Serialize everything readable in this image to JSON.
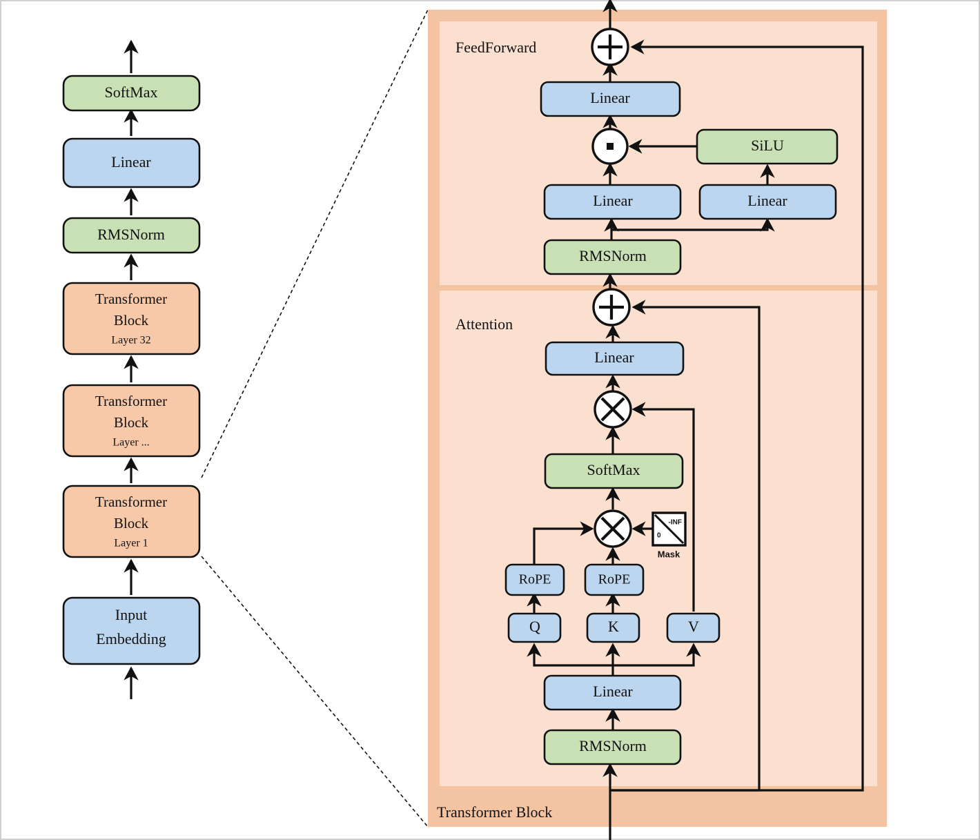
{
  "figure": {
    "title": "LLaMA-style Transformer architecture with expanded Transformer Block",
    "colors": {
      "blue_fill": "#bcd6ef",
      "green_fill": "#c9dfb4",
      "orange_fill": "#f7c9a8",
      "panel_inner_fill": "#fbe0d0",
      "panel_outer_fill": "#f4c4a2",
      "stroke": "#111111",
      "page_bg": "#ffffff"
    }
  },
  "left_stack": {
    "name": "model-overview-column",
    "blocks": [
      {
        "id": "softmax",
        "label": "SoftMax",
        "sublabel": "",
        "kind": "green"
      },
      {
        "id": "linear-head",
        "label": "Linear",
        "sublabel": "",
        "kind": "blue"
      },
      {
        "id": "rmsnorm-final",
        "label": "RMSNorm",
        "sublabel": "",
        "kind": "green"
      },
      {
        "id": "transformer-block-32",
        "label": "Transformer Block",
        "sublabel": "Layer 32",
        "kind": "orange"
      },
      {
        "id": "transformer-block-mid",
        "label": "Transformer Block",
        "sublabel": "Layer ...",
        "kind": "orange"
      },
      {
        "id": "transformer-block-1",
        "label": "Transformer Block",
        "sublabel": "Layer 1",
        "kind": "orange"
      },
      {
        "id": "input-embedding",
        "label": "Input Embedding",
        "sublabel": "",
        "kind": "blue"
      }
    ]
  },
  "detail_panel": {
    "outer_label": "Transformer Block",
    "sections": [
      {
        "id": "feedforward",
        "label": "FeedForward"
      },
      {
        "id": "attention",
        "label": "Attention"
      }
    ],
    "feedforward_nodes": [
      {
        "id": "ff-add",
        "label": "+",
        "kind": "op-add"
      },
      {
        "id": "ff-linear-down",
        "label": "Linear",
        "kind": "blue"
      },
      {
        "id": "ff-mul",
        "label": "·",
        "kind": "op-mul-dot"
      },
      {
        "id": "ff-silu",
        "label": "SiLU",
        "kind": "green"
      },
      {
        "id": "ff-linear-gate",
        "label": "Linear",
        "kind": "blue"
      },
      {
        "id": "ff-linear-up",
        "label": "Linear",
        "kind": "blue"
      },
      {
        "id": "ff-rmsnorm",
        "label": "RMSNorm",
        "kind": "green"
      }
    ],
    "attention_nodes": [
      {
        "id": "attn-add",
        "label": "+",
        "kind": "op-add"
      },
      {
        "id": "attn-linear-out",
        "label": "Linear",
        "kind": "blue"
      },
      {
        "id": "attn-matmul-v",
        "label": "×",
        "kind": "op-mul-cross"
      },
      {
        "id": "attn-softmax",
        "label": "SoftMax",
        "kind": "green"
      },
      {
        "id": "attn-matmul-qk",
        "label": "×",
        "kind": "op-mul-cross"
      },
      {
        "id": "attn-mask",
        "label": "Mask",
        "kind": "mask",
        "zero_label": "0",
        "inf_label": "-INF"
      },
      {
        "id": "attn-rope-q",
        "label": "RoPE",
        "kind": "blue"
      },
      {
        "id": "attn-rope-k",
        "label": "RoPE",
        "kind": "blue"
      },
      {
        "id": "attn-q",
        "label": "Q",
        "kind": "blue"
      },
      {
        "id": "attn-k",
        "label": "K",
        "kind": "blue"
      },
      {
        "id": "attn-v",
        "label": "V",
        "kind": "blue"
      },
      {
        "id": "attn-linear-qkv",
        "label": "Linear",
        "kind": "blue"
      },
      {
        "id": "attn-rmsnorm",
        "label": "RMSNorm",
        "kind": "green"
      }
    ]
  }
}
